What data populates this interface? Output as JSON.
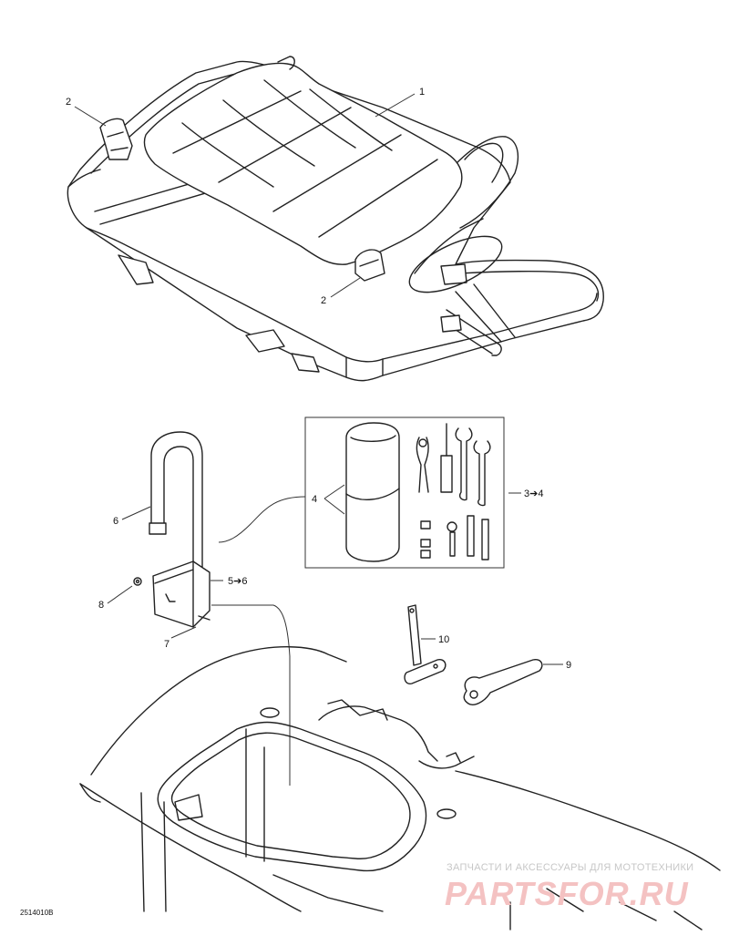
{
  "callouts": {
    "c1": "1",
    "c2a": "2",
    "c2b": "2",
    "c34": "3➔4",
    "c4": "4",
    "c56": "5➔6",
    "c6": "6",
    "c7": "7",
    "c8": "8",
    "c9": "9",
    "c10": "10"
  },
  "reference_code": "2514010B",
  "watermark": {
    "subtitle": "ЗАПЧАСТИ И АКСЕССУАРЫ ДЛЯ МОТОТЕХНИКИ",
    "brand": "PARTSFOR.RU"
  },
  "colors": {
    "line": "#222222",
    "watermark_red": "#f4c2c2",
    "watermark_gray": "#c7c7c7"
  }
}
